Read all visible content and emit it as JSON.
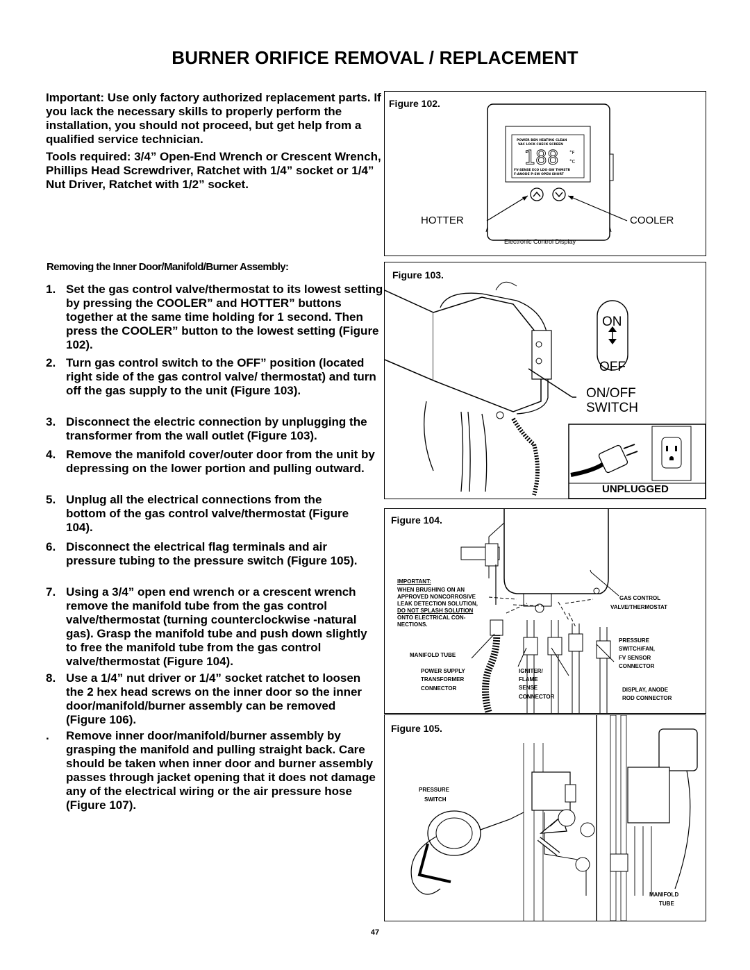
{
  "page": {
    "title": "BURNER ORIFICE REMOVAL / REPLACEMENT",
    "page_number": "47"
  },
  "intro": {
    "important": "Important: Use only factory authorized replacement parts. If you lack the necessary skills to properly perform the installation, you should not proceed, but get help from a qualified service technician.",
    "tools": "Tools required: 3/4” Open-End Wrench or Crescent Wrench, Phillips Head Screwdriver, Ratchet with 1/4” socket or 1/4” Nut Driver, Ratchet with 1/2” socket."
  },
  "section": {
    "heading": "Removing the Inner Door/Manifold/Burner Assembly:",
    "steps": [
      {
        "num": "1.",
        "text": "Set the gas control valve/thermostat to its lowest setting by pressing the COOLER” and HOTTER” buttons together at the same time holding for 1 second. Then press the COOLER” button to the lowest setting (Figure 102)."
      },
      {
        "num": "2.",
        "text": "Turn gas control switch to the OFF” position (located right side of the gas control valve/ thermostat) and turn off the gas supply to the unit (Figure 103)."
      },
      {
        "num": "3.",
        "text": "Disconnect the electric connection by unplugging the transformer from the wall outlet (Figure 103)."
      },
      {
        "num": "4.",
        "text": "Remove the manifold cover/outer door from the unit by depressing on the lower portion and pulling outward."
      },
      {
        "num": "5.",
        "text": "Unplug all the electrical connections from the bottom of the gas control valve/thermostat (Figure 104)."
      },
      {
        "num": "6.",
        "text": "Disconnect the electrical flag terminals and air pressure tubing to the pressure switch (Figure 105)."
      },
      {
        "num": "7.",
        "text": "Using a 3/4” open end wrench or a crescent wrench remove the manifold tube from the gas control valve/thermostat (turning counterclockwise -natural gas). Grasp the manifold tube and push down slightly to free the manifold tube from the gas control valve/thermostat (Figure 104)."
      },
      {
        "num": "8.",
        "text": "Use a 1/4” nut driver or 1/4” socket ratchet to loosen the 2 hex head screws on the inner door so the inner door/manifold/burner assembly can be removed (Figure 106)."
      },
      {
        "num": ".",
        "text": "Remove inner door/manifold/burner assembly by grasping the manifold and pulling straight back. Care should be taken when inner door and burner assembly passes through jacket opening that it does not damage any of the electrical wiring or the air pressure hose (Figure 107)."
      }
    ]
  },
  "fig102": {
    "label": "Figure 102.",
    "hotter": "HOTTER",
    "cooler": "COOLER",
    "caption": "Electronic Control Display",
    "display": {
      "top_labels": [
        "POWER",
        "BSN",
        "HEATING",
        "CLEAN",
        "VAC",
        "LOCK",
        "CHECK",
        "SCREEN"
      ],
      "digits": "188",
      "unit_f": "°F",
      "unit_c": "°C",
      "bottom_labels": [
        "FV-SENSE",
        "ECO",
        "LDO-SW",
        "THMSTR",
        "F-ANODE",
        "P-SW",
        "OPEN",
        "SHORT"
      ]
    }
  },
  "fig103": {
    "label": "Figure 103.",
    "on": "ON",
    "off": "OFF",
    "switch_label_1": "ON/OFF",
    "switch_label_2": "SWITCH",
    "unplugged": "UNPLUGGED"
  },
  "fig104": {
    "label": "Figure 104.",
    "important_title": "IMPORTANT:",
    "important_lines": [
      "WHEN BRUSHING ON AN",
      "APPROVED NONCORROSIVE",
      "LEAK DETECTION SOLUTION,",
      "DO NOT SPLASH SOLUTION",
      "ONTO ELECTRICAL CON-",
      "NECTIONS."
    ],
    "gas_control": [
      "GAS CONTROL",
      "VALVE/THERMOSTAT"
    ],
    "manifold_tube": "MANIFOLD TUBE",
    "power_supply": [
      "POWER SUPPLY",
      "TRANSFORMER",
      "CONNECTOR"
    ],
    "igniter": [
      "IGNITER/",
      "FLAME",
      "SENSE",
      "CONNECTOR"
    ],
    "pressure": [
      "PRESSURE",
      "SWITCH/FAN,",
      "FV SENSOR",
      "CONNECTOR"
    ],
    "display_anode": [
      "DISPLAY, ANODE",
      "ROD CONNECTOR"
    ]
  },
  "fig105": {
    "label": "Figure 105.",
    "pressure_switch": [
      "PRESSURE",
      "SWITCH"
    ],
    "manifold_tube": [
      "MANIFOLD",
      "TUBE"
    ]
  }
}
